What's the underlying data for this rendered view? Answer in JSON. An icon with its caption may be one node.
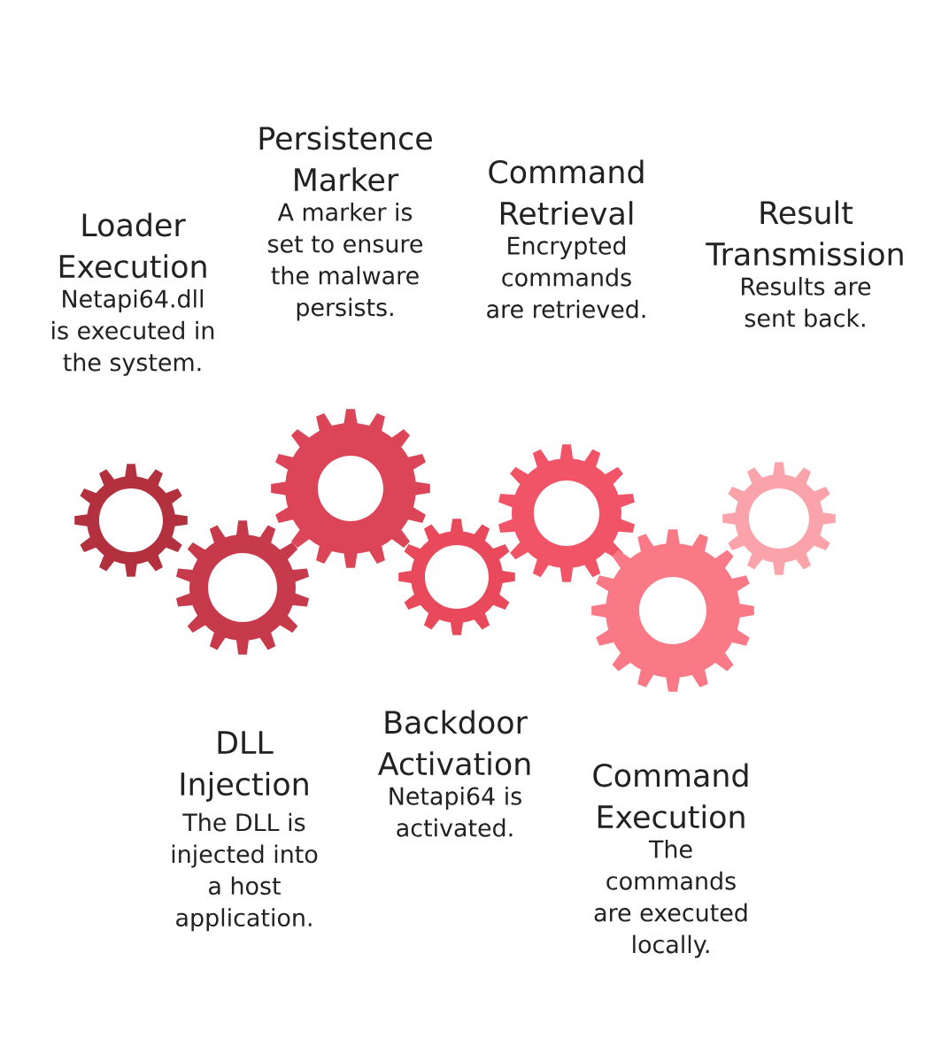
{
  "diagram": {
    "nodes": [
      {
        "text": [
          "Loader Execution",
          "Netapi64.dll is executed in the system."
        ]
      },
      {
        "text": [
          "DLL Injection",
          "The DLL is injected into a host application."
        ]
      },
      {
        "text": [
          "Persistence Marker",
          "A marker is set to ensure the malware persists."
        ]
      },
      {
        "text": [
          "Backdoor Activation",
          "Netapi64 is activated."
        ]
      },
      {
        "text": [
          "Command Retrieval",
          "Encrypted commands are retrieved."
        ]
      },
      {
        "text": [
          "Command Execution",
          "The commands are executed locally."
        ]
      },
      {
        "text": [
          "Result Transmission",
          "Results are sent back."
        ]
      }
    ]
  }
}
